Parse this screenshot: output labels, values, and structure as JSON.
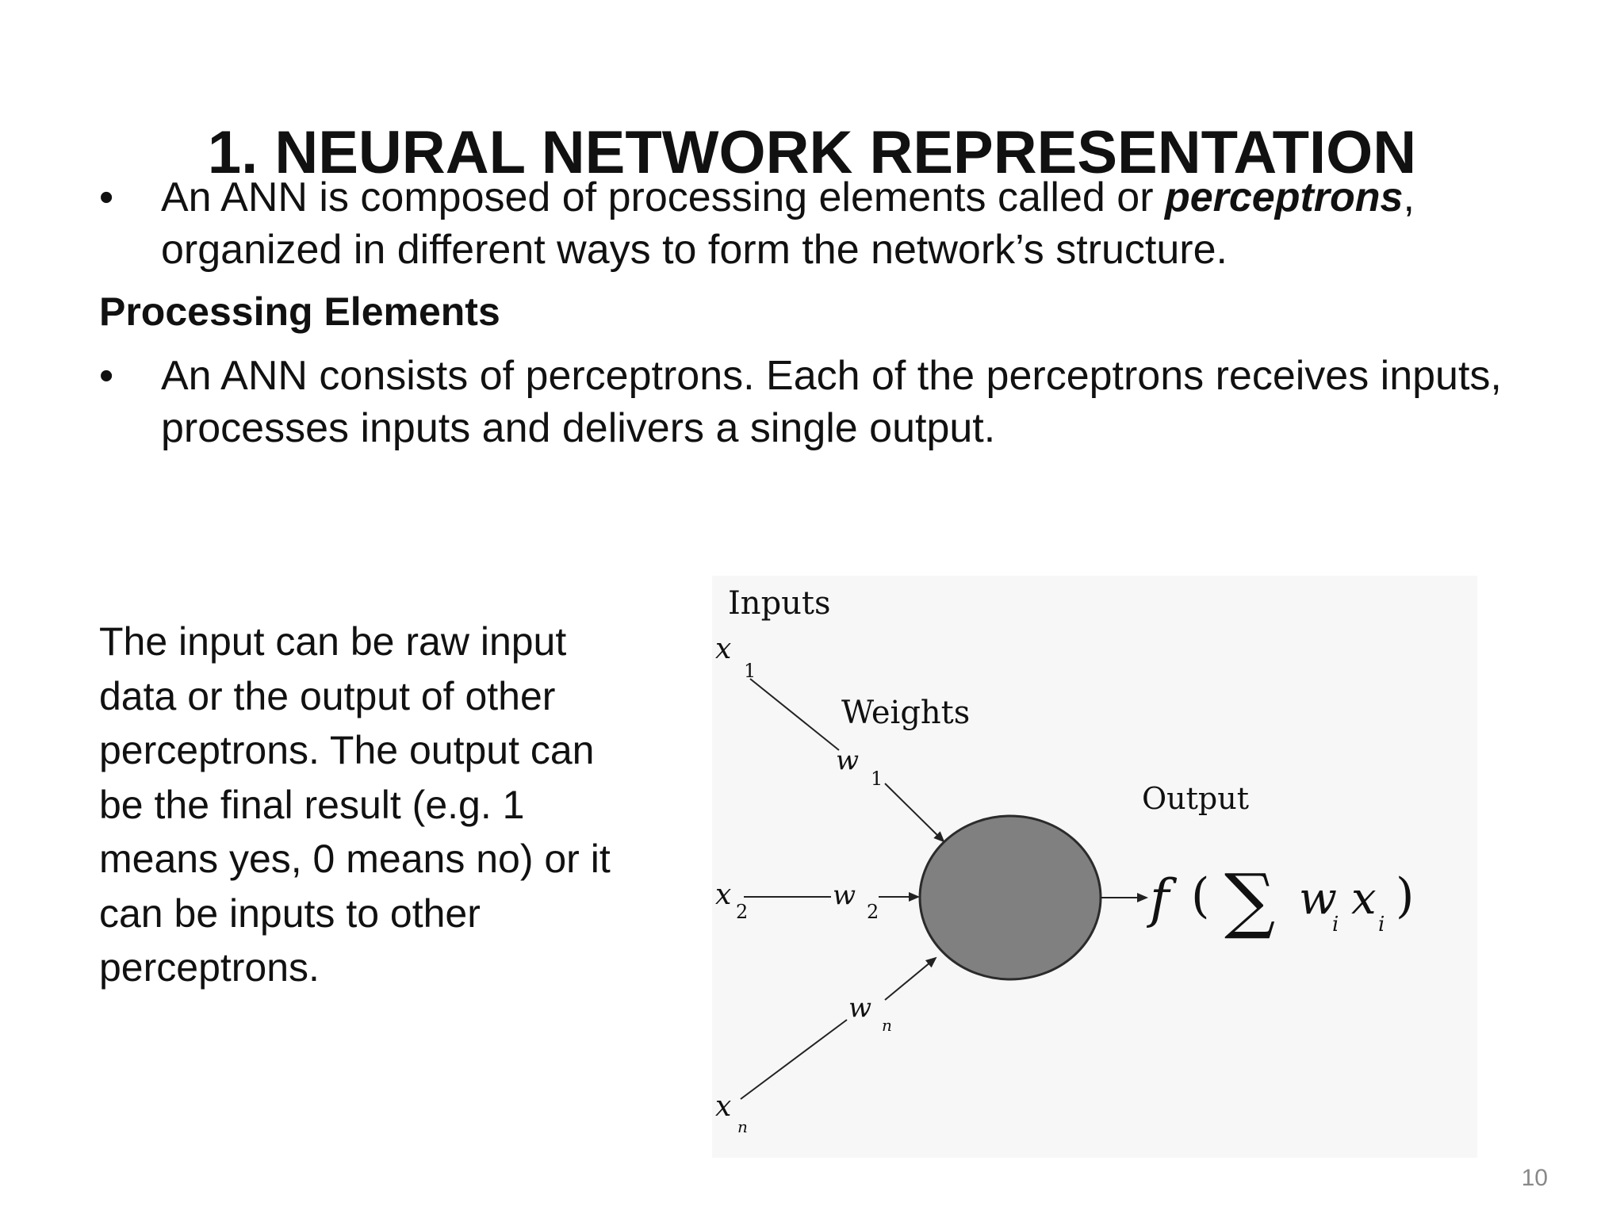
{
  "slide": {
    "title": "1. NEURAL NETWORK REPRESENTATION",
    "page_number": "10"
  },
  "bullets": [
    {
      "marker": "•",
      "text_before": "An ANN is composed of processing elements called or ",
      "emphasis": "perceptrons",
      "text_after": ", organized in different ways to form the network’s structure."
    },
    {
      "marker": "•",
      "text": "An ANN consists of perceptrons. Each of the perceptrons receives inputs, processes inputs and delivers a single output."
    }
  ],
  "section_heading": "Processing Elements",
  "side_text": "The input can be raw input data or the output of other perceptrons. The output can be the final result (e.g. 1 means yes, 0 means no) or it can be inputs to other perceptrons.",
  "diagram": {
    "labels": {
      "inputs": "Inputs",
      "weights": "Weights",
      "output": "Output"
    },
    "inputs": [
      {
        "var": "x",
        "sub": "1"
      },
      {
        "var": "x",
        "sub": "2"
      },
      {
        "var": "x",
        "sub": "n"
      }
    ],
    "weights": [
      {
        "var": "w",
        "sub": "1"
      },
      {
        "var": "w",
        "sub": "2"
      },
      {
        "var": "w",
        "sub": "n"
      }
    ],
    "formula": {
      "func": "f",
      "open": "(",
      "sum": "∑",
      "w": "w",
      "w_sub": "i",
      "x": "x",
      "x_sub": "i",
      "close": ")"
    },
    "colors": {
      "neuron_fill": "#808080",
      "neuron_stroke": "#2b2b2b",
      "line": "#222222",
      "background": "#f7f7f7"
    }
  }
}
